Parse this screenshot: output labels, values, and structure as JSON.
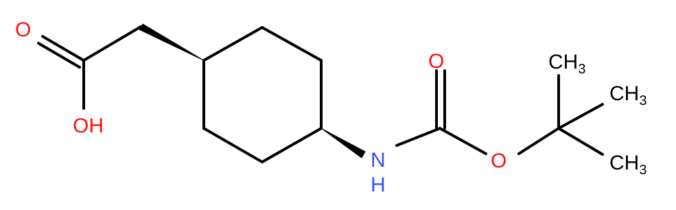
{
  "molecule": {
    "atoms": {
      "carbonyl_o_left": "O",
      "hydroxyl": "OH",
      "amine": "N",
      "amine_h": "H",
      "carbonyl_o_right": "O",
      "ester_o": "O",
      "methyl_main": "CH",
      "methyl_sub": "3"
    }
  },
  "colors": {
    "bond": "#000000",
    "oxygen": "#ff0d0d",
    "nitrogen": "#3050f8",
    "carbon_label": "#000000"
  }
}
